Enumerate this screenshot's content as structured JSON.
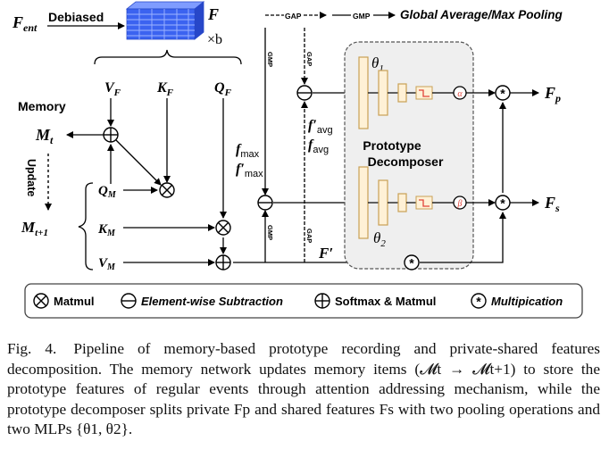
{
  "diagram": {
    "top_legend": {
      "gap_label": "GAP",
      "gmp_label": "GMP",
      "description": "Global Average/Max Pooling"
    },
    "inputs": {
      "f_ent_main": "F",
      "f_ent_sub": "ent",
      "debiased_label": "Debiased",
      "f_label": "F",
      "times_b": "×b"
    },
    "attention": {
      "v_f": "V",
      "v_sub": "F",
      "k_f": "K",
      "k_sub": "F",
      "q_f": "Q",
      "q_sub": "F"
    },
    "memory": {
      "title": "Memory",
      "m_t": "M",
      "m_t_sub": "t",
      "update_label": "Update",
      "m_t1": "M",
      "m_t1_sub": "t+1",
      "q_m": "Q",
      "k_m": "K",
      "v_m": "V",
      "m_sub": "M"
    },
    "pooling": {
      "gmp": "GMP",
      "gap": "GAP",
      "f_max": "f",
      "f_max_sub": "max",
      "f_max_prime": "f′",
      "f_avg": "f",
      "f_avg_sub": "avg",
      "f_avg_prime": "f′"
    },
    "decomposer": {
      "title_line1": "Prototype",
      "title_line2": "Decomposer",
      "theta1": "θ",
      "theta1_sub": "1",
      "theta2": "θ",
      "theta2_sub": "2",
      "alpha": "α",
      "beta": "β"
    },
    "outputs": {
      "f_p": "F",
      "f_p_sub": "p",
      "f_s": "F",
      "f_s_sub": "s",
      "f_prime": "F′"
    },
    "legend": {
      "matmul": "Matmul",
      "subtraction": "Element-wise Subtraction",
      "softmax": "Softmax & Matmul",
      "multiplication": "Multipication"
    },
    "colors": {
      "cube_face": "#3b63f0",
      "cube_top": "#7f9cff",
      "cube_side": "#2747c9",
      "bar_fill": "#fff1d6",
      "bar_stroke": "#c8a055",
      "activation_red": "#e0433a",
      "decomposer_bg": "#efefef",
      "line": "#000000"
    }
  },
  "caption": {
    "fig_label": "Fig. 4.",
    "text": "Pipeline of memory-based prototype recording and private-shared features decomposition. The memory network updates memory items (𝓜t → 𝓜t+1) to store the prototype features of regular events through attention addressing mechanism, while the prototype decomposer splits private Fp and shared features Fs with two pooling operations and two MLPs {θ1, θ2}."
  }
}
